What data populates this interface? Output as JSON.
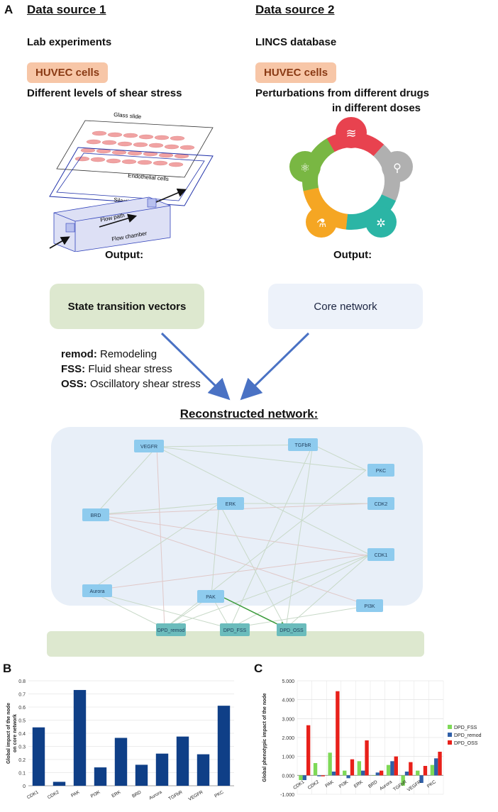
{
  "panel_letters": {
    "a": "A",
    "b": "B",
    "c": "C"
  },
  "source1": {
    "title": "Data source 1",
    "subtitle": "Lab experiments",
    "cells": "HUVEC cells",
    "desc": "Different levels of shear stress",
    "chamber_labels": {
      "glass_slide": "Glass slide",
      "endothelial": "Endothelial cells",
      "gasket": "Silastic gasket",
      "flow_path": "Flow path",
      "flow_chamber": "Flow chamber"
    },
    "output_label": "Output:",
    "output_box": "State transition vectors"
  },
  "source2": {
    "title": "Data source 2",
    "subtitle": "LINCS database",
    "cells": "HUVEC cells",
    "desc_line1": "Perturbations  from different drugs",
    "desc_line2": "in different doses",
    "output_label": "Output:",
    "output_box": "Core network",
    "ring_colors": [
      "#e8424f",
      "#b0b0b0",
      "#2bb5a5",
      "#f5a623",
      "#79b743"
    ]
  },
  "legend": [
    {
      "key": "remod:",
      "text": " Remodeling"
    },
    {
      "key": "FSS:",
      "text": " Fluid shear stress"
    },
    {
      "key": "OSS:",
      "text": " Oscillatory shear stress"
    }
  ],
  "network": {
    "title": "Reconstructed network:",
    "nodes": [
      "VEGFR",
      "TGFbR",
      "PKC",
      "BRD",
      "ERK",
      "CDK2",
      "CDK1",
      "Aurora",
      "PAK",
      "PI3K",
      "DPD_remod",
      "DPD_FSS",
      "DPD_OSS"
    ]
  },
  "chart_data": [
    {
      "type": "bar",
      "ylabel": "Global impact of the node on core network",
      "categories": [
        "CDK1",
        "CDK2",
        "PAK",
        "PI3K",
        "ERK",
        "BRD",
        "Aurora",
        "TGFbR",
        "VEGFR",
        "PKC"
      ],
      "values": [
        0.445,
        0.03,
        0.73,
        0.14,
        0.365,
        0.16,
        0.245,
        0.375,
        0.24,
        0.61
      ],
      "ylim": [
        0,
        0.8
      ],
      "yticks": [
        "0",
        "0.1",
        "0.2",
        "0.3",
        "0.4",
        "0.5",
        "0.6",
        "0.7",
        "0.8"
      ],
      "color": "#0f3f87",
      "grid": true
    },
    {
      "type": "bar",
      "ylabel": "Global phenotypic impact of the node",
      "categories": [
        "CDK1",
        "CDK2",
        "PAK",
        "PI3K",
        "ERK",
        "BRD",
        "Aurora",
        "TGFbR",
        "VEGFR",
        "PKC"
      ],
      "series": [
        {
          "name": "DPD_FSS",
          "color": "#7ed957",
          "values": [
            -0.25,
            0.65,
            1.2,
            0.25,
            0.75,
            0.0,
            0.55,
            -0.55,
            0.25,
            0.55
          ]
        },
        {
          "name": "DPD_remod",
          "color": "#2f5fa8",
          "values": [
            -0.25,
            -0.05,
            0.2,
            -0.15,
            0.25,
            0.15,
            0.75,
            0.2,
            -0.4,
            0.9
          ]
        },
        {
          "name": "DPD_OSS",
          "color": "#e8201a",
          "values": [
            2.65,
            -0.05,
            4.45,
            0.85,
            1.85,
            0.25,
            1.0,
            0.7,
            0.5,
            1.25
          ]
        }
      ],
      "ylim": [
        -1.0,
        5.0
      ],
      "yticks": [
        "-1.000",
        "0.000",
        "1.000",
        "2.000",
        "3.000",
        "4.000",
        "5.000"
      ],
      "legend_position": "right",
      "grid": true
    }
  ]
}
